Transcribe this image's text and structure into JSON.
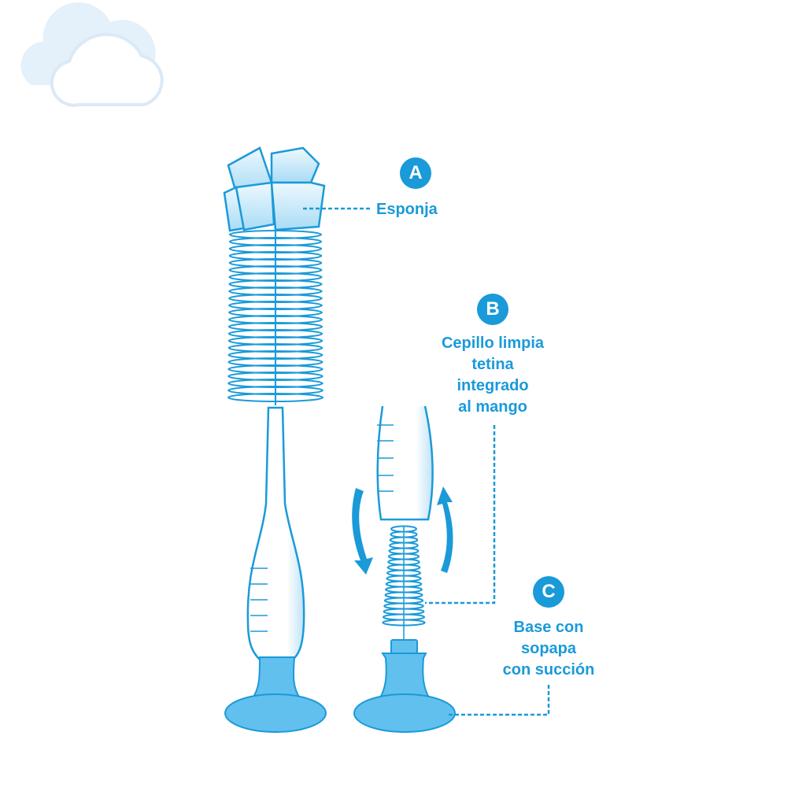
{
  "colors": {
    "primary": "#1a9ad9",
    "fill": "#62c0ee",
    "light": "#d8eefb",
    "cloud": "#e4f0fa"
  },
  "labels": {
    "a": {
      "letter": "A",
      "text": "Esponja"
    },
    "b": {
      "letter": "B",
      "lines": [
        "Cepillo limpia",
        "tetina",
        "integrado",
        "al mango"
      ]
    },
    "c": {
      "letter": "C",
      "lines": [
        "Base con",
        "sopapa",
        "con succión"
      ]
    }
  }
}
